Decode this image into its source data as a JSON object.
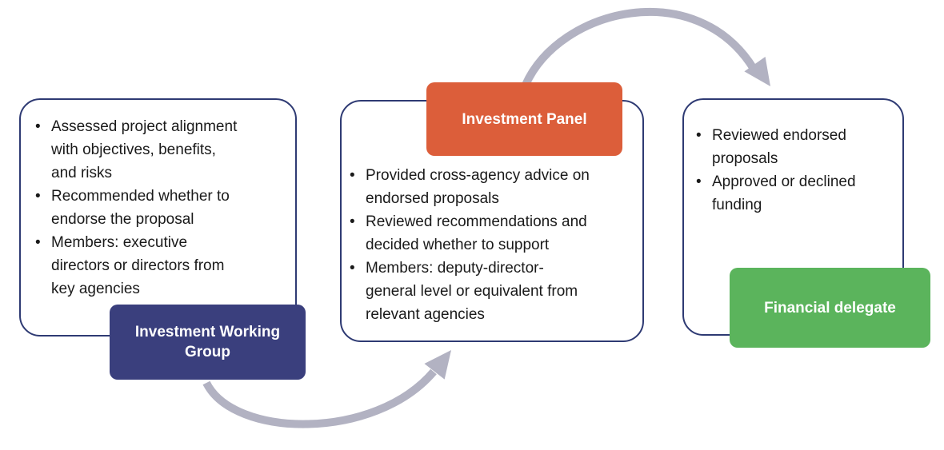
{
  "colors": {
    "background": "#ffffff",
    "panel_border": "#2e3a73",
    "bullet_text": "#1a1a1a",
    "label_text": "#ffffff",
    "arrow": "#b2b2c2",
    "iwg_label_bg": "#3a3f7d",
    "ip_label_bg": "#dc5e3a",
    "fd_label_bg": "#5bb45c"
  },
  "stages": [
    {
      "label": "Investment Working Group",
      "label_bg": "#3a3f7d",
      "bullets": [
        "Assessed project alignment\nwith objectives, benefits,\nand risks",
        "Recommended whether to\nendorse the proposal",
        "Members: executive\ndirectors or directors from\nkey agencies"
      ]
    },
    {
      "label": "Investment Panel",
      "label_bg": "#dc5e3a",
      "bullets": [
        "Provided cross-agency advice on\nendorsed proposals",
        "Reviewed recommendations and\ndecided whether to support",
        "Members: deputy-director-\ngeneral level or equivalent from\nrelevant agencies"
      ]
    },
    {
      "label": "Financial delegate",
      "label_bg": "#5bb45c",
      "bullets": [
        "Reviewed endorsed\nproposals",
        "Approved or declined\nfunding"
      ]
    }
  ],
  "arrows": [
    {
      "from": "Investment Working Group",
      "to": "Investment Panel",
      "direction": "curves below, pointing up-right"
    },
    {
      "from": "Investment Panel",
      "to": "Financial delegate",
      "direction": "curves above, pointing down-right"
    }
  ]
}
